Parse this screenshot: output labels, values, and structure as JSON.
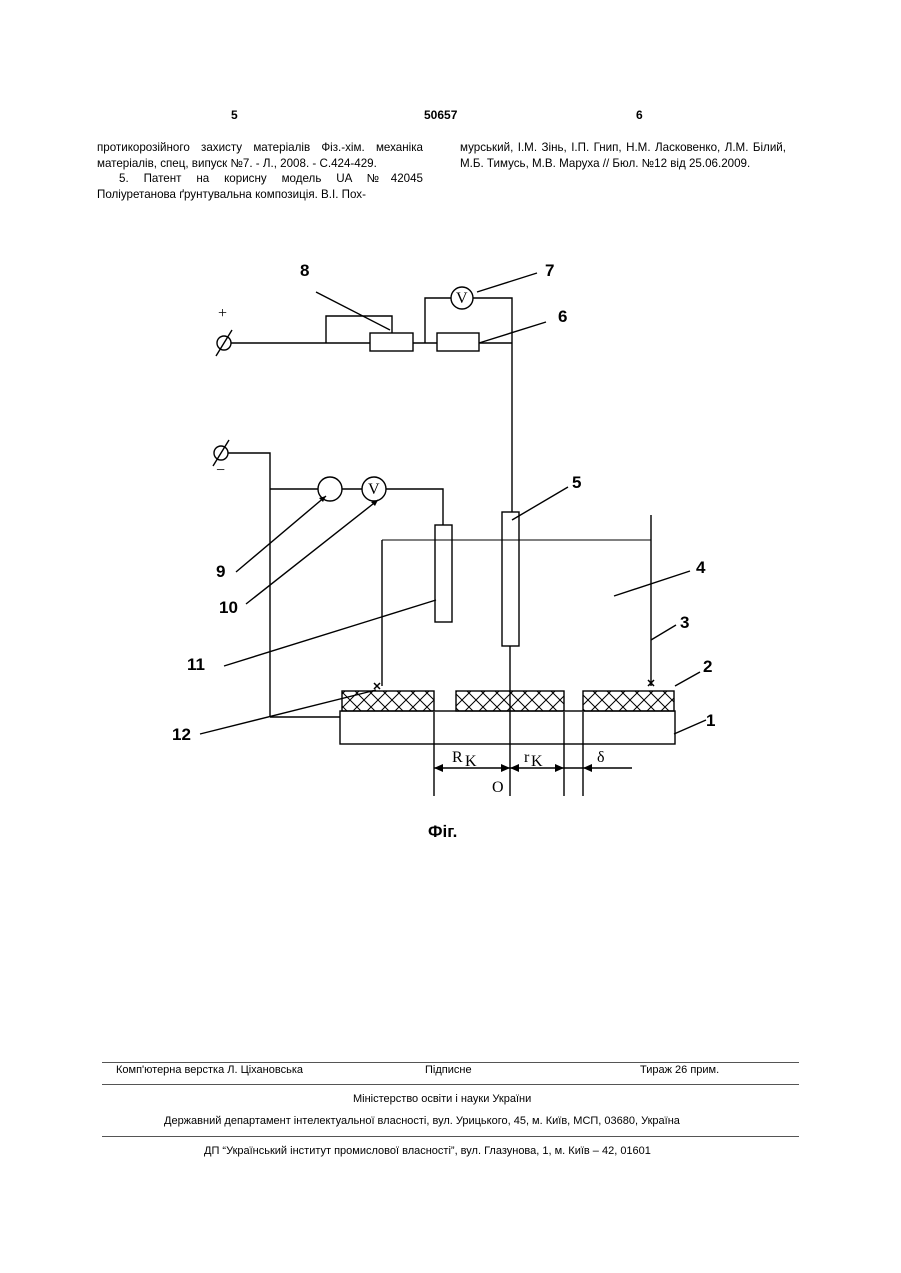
{
  "header": {
    "left_page": "5",
    "doc_number": "50657",
    "right_page": "6"
  },
  "column_left": {
    "p1": "протикорозійного захисту матеріалів Фіз.-хім. механіка матеріалів, спец, випуск №7. - Л., 2008. - С.424-429.",
    "p2": "5. Патент на корисну модель UA №42045 Поліуретанова ґрунтувальна композиція. В.І. Пох-"
  },
  "column_right": {
    "p1": "мурський, І.М. Зінь, І.П. Гнип, Н.М. Ласковенко, Л.М. Білий, М.Б. Тимусь, М.В. Маруха // Бюл. №12 від 25.06.2009."
  },
  "figure": {
    "plus": "+",
    "minus": "−",
    "meter_v": "V",
    "labels": [
      "1",
      "2",
      "3",
      "4",
      "5",
      "6",
      "7",
      "8",
      "9",
      "10",
      "11",
      "12"
    ],
    "dims": {
      "r_big": "R",
      "r_big_sub": "K",
      "r_small": "r",
      "r_small_sub": "K",
      "delta": "δ",
      "origin": "O"
    },
    "caption": "Фіг."
  },
  "imprint": {
    "layout": "Комп'ютерна верстка Л. Ціхановська",
    "signed": "Підписне",
    "print_run": "Тираж 26 прим.",
    "ministry": "Міністерство освіти і науки України",
    "department": "Державний департамент інтелектуальної власності, вул. Урицького, 45, м. Київ, МСП, 03680, Україна",
    "institute": "ДП “Український інститут промислової власності”, вул. Глазунова, 1, м. Київ – 42, 01601"
  }
}
